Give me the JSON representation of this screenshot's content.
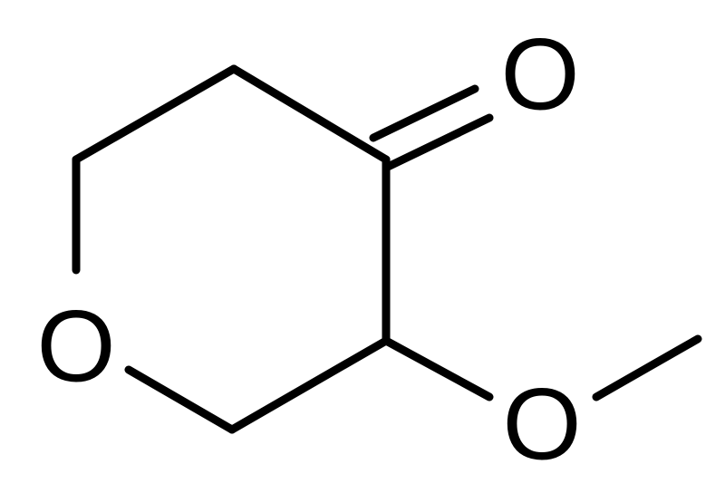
{
  "molecule": {
    "atoms": {
      "ketone_oxygen": "O",
      "ring_oxygen": "O",
      "methoxy_oxygen": "O"
    }
  },
  "colors": {
    "background": "#ffffff",
    "bonds": "#000000",
    "labels": "#000000"
  }
}
